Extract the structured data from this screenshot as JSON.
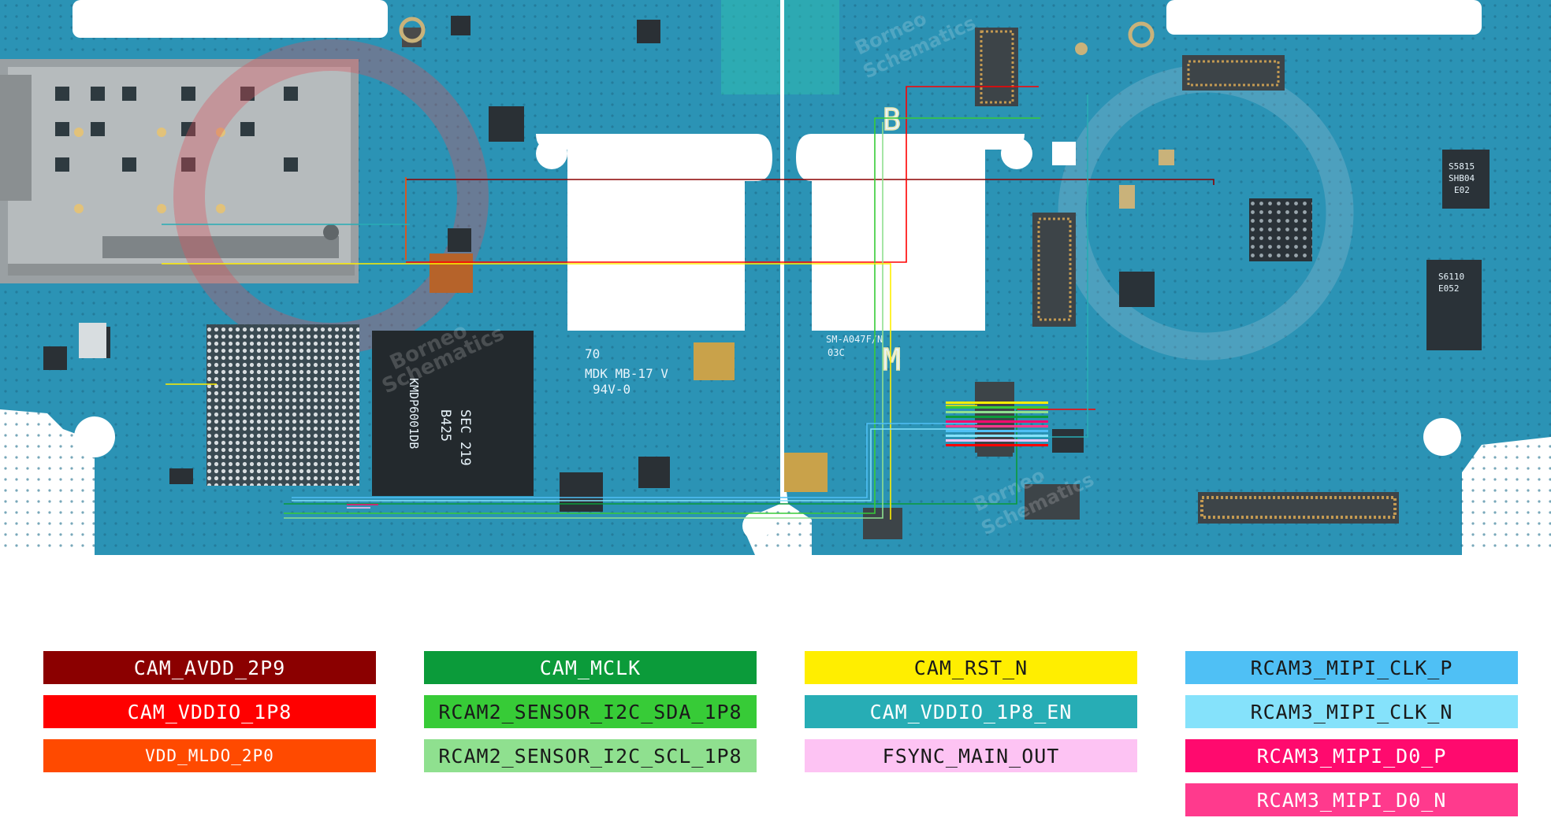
{
  "board": {
    "silkscreen": {
      "left_code": "70",
      "mdk_line": "MDK MB-17 V",
      "ul_line": "94V-0",
      "model_line": "SM-A047F/N",
      "rev_line": "03C",
      "chip_line1": "SEC 219",
      "chip_line2": "B425",
      "chip_line3": "KMDP6001DB",
      "pmic_line1": "S5815",
      "pmic_line2": "SHB04",
      "pmic_line3": "E02",
      "ic2_line1": "S6110",
      "ic2_line2": "E052",
      "bracket_b": "B",
      "bracket_m": "M"
    },
    "watermark": {
      "line1": "Borneo",
      "line2": "Schematics"
    }
  },
  "legend": [
    {
      "label": "CAM_AVDD_2P9",
      "color": "#8b0000",
      "text_color": "#ffffff"
    },
    {
      "label": "CAM_VDDIO_1P8",
      "color": "#ff0000",
      "text_color": "#ffffff"
    },
    {
      "label": "VDD_MLDO_2P0",
      "color": "#ff4a00",
      "text_color": "#ffffff"
    },
    {
      "label": "CAM_MCLK",
      "color": "#0b9b3a",
      "text_color": "#ffffff"
    },
    {
      "label": "RCAM2_SENSOR_I2C_SDA_1P8",
      "color": "#37cb37",
      "text_color": "#1a1a1a"
    },
    {
      "label": "RCAM2_SENSOR_I2C_SCL_1P8",
      "color": "#8fe08f",
      "text_color": "#1a1a1a"
    },
    {
      "label": "CAM_RST_N",
      "color": "#ffee00",
      "text_color": "#1a1a1a"
    },
    {
      "label": "CAM_VDDIO_1P8_EN",
      "color": "#27adb5",
      "text_color": "#ffffff"
    },
    {
      "label": "FSYNC_MAIN_OUT",
      "color": "#fdc3f3",
      "text_color": "#1a1a1a"
    },
    {
      "label": "RCAM3_MIPI_CLK_P",
      "color": "#4fc0f5",
      "text_color": "#1a1a1a"
    },
    {
      "label": "RCAM3_MIPI_CLK_N",
      "color": "#85e2fb",
      "text_color": "#1a1a1a"
    },
    {
      "label": "RCAM3_MIPI_D0_P",
      "color": "#ff0a6e",
      "text_color": "#ffffff"
    },
    {
      "label": "RCAM3_MIPI_D0_N",
      "color": "#ff3a8d",
      "text_color": "#ffffff"
    }
  ]
}
